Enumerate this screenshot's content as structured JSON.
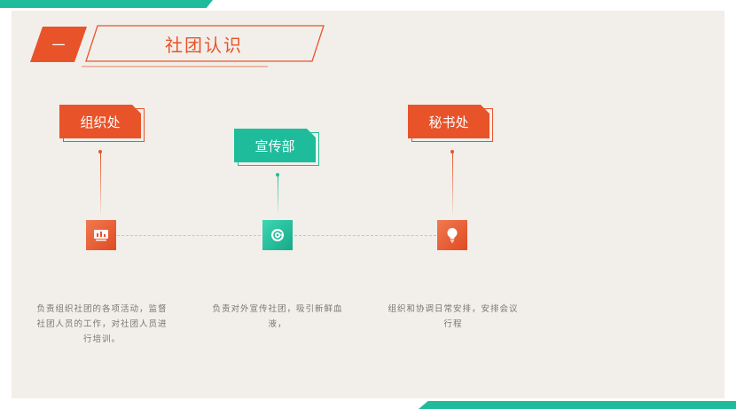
{
  "header": {
    "number": "一",
    "title": "社团认识"
  },
  "departments": [
    {
      "name": "组织处",
      "description": "负责组织社团的各项活动，监督社团人员的工作，对社团人员进行培训。",
      "icon": "chart-board-icon",
      "color": "#e8532a"
    },
    {
      "name": "宣传部",
      "description": "负责对外宣传社团，吸引新鲜血液，",
      "icon": "refresh-cycle-icon",
      "color": "#1fbc9b"
    },
    {
      "name": "秘书处",
      "description": "组织和协调日常安排，安排会议行程",
      "icon": "lightbulb-icon",
      "color": "#e8532a"
    }
  ],
  "colors": {
    "accent_orange": "#e8532a",
    "accent_teal": "#1fbc9b",
    "background": "#f2efea"
  }
}
